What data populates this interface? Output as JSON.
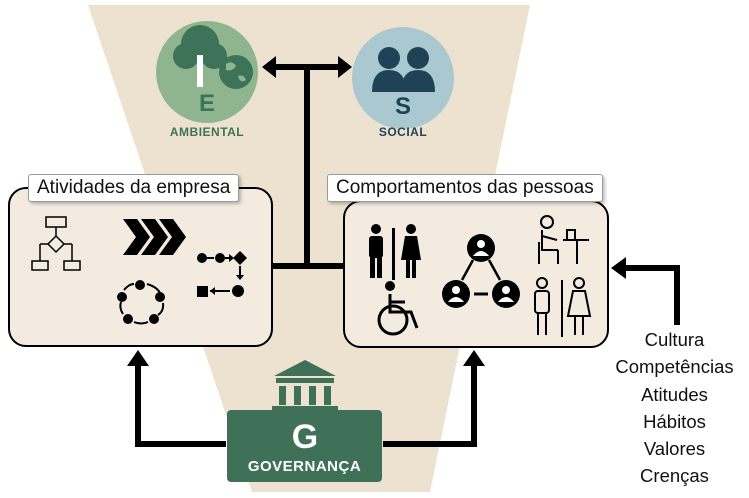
{
  "pillars": {
    "environmental": {
      "letter": "E",
      "label": "AMBIENTAL"
    },
    "social": {
      "letter": "S",
      "label": "SOCIAL"
    },
    "governance": {
      "letter": "G",
      "label": "GOVERNANÇA"
    }
  },
  "boxes": {
    "company": {
      "title": "Atividades da empresa"
    },
    "people": {
      "title": "Comportamentos das pessoas"
    }
  },
  "people_factors": [
    "Cultura",
    "Competências",
    "Atitudes",
    "Hábitos",
    "Valores",
    "Crenças"
  ],
  "colors": {
    "funnel": "#ede2d0",
    "box_fill": "#f3ebdf",
    "green": "#3d7358",
    "green_light": "#8fb58e",
    "social_bg": "#a9c8cf",
    "social_dark": "#1f4257",
    "gov_green": "#3e7158",
    "arrow": "#000000"
  },
  "icons": [
    "tree-globe-icon",
    "people-pair-icon",
    "flowchart-icon",
    "chevrons-icon",
    "cycle-icon",
    "process-flow-icon",
    "restroom-icon",
    "wheelchair-icon",
    "network-people-icon",
    "desk-worker-icon",
    "man-woman-icon",
    "bank-building-icon"
  ]
}
